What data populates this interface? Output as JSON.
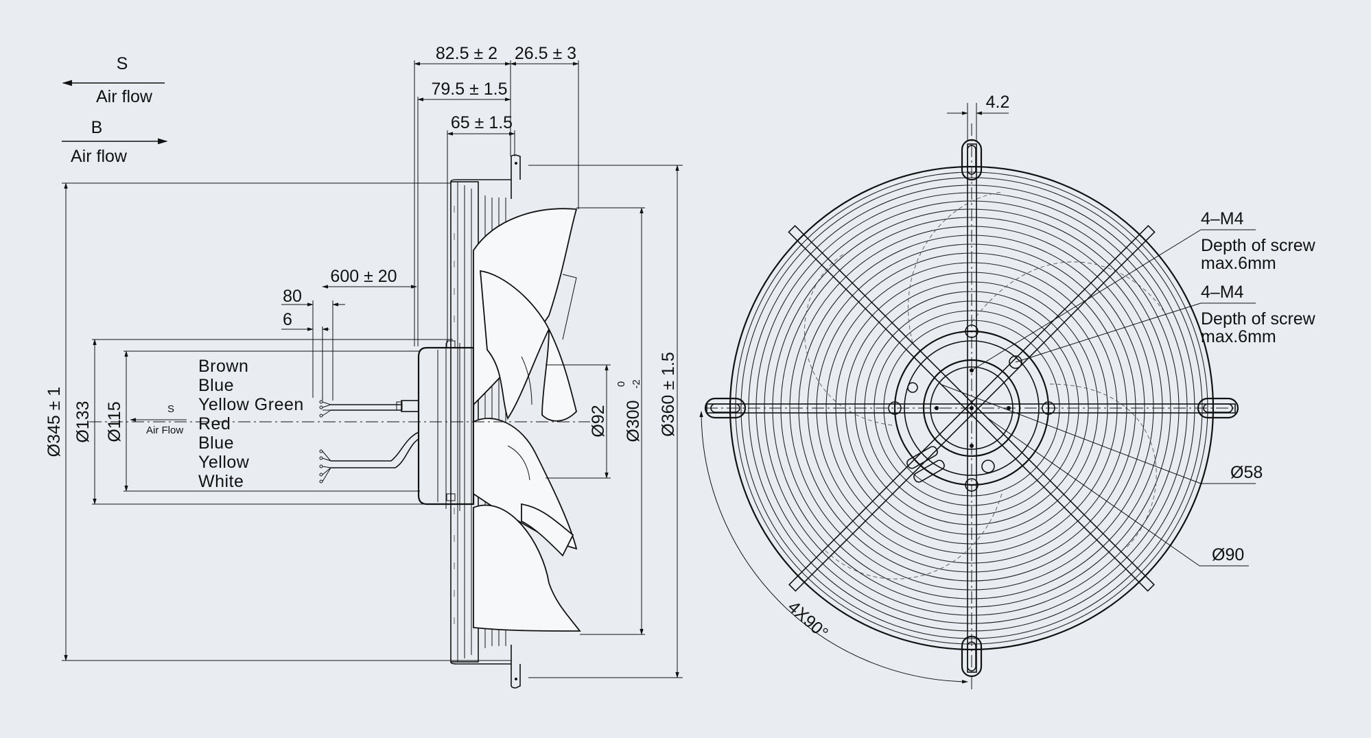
{
  "airflow": {
    "s_label": "S",
    "s_text": "Air flow",
    "b_label": "B",
    "b_text": "Air flow",
    "small_s_label": "S",
    "small_s_text": "Air Flow"
  },
  "side_view": {
    "dimensions": {
      "d_82_5": "82.5 ± 2",
      "d_26_5": "26.5 ± 3",
      "d_79_5": "79.5 ± 1.5",
      "d_65": "65 ± 1.5",
      "d_600": "600 ± 20",
      "d_80": "80",
      "d_6": "6",
      "dia_345": "Ø345 ± 1",
      "dia_133": "Ø133",
      "dia_115": "Ø115",
      "dia_92": "Ø92",
      "dia_300": "Ø300",
      "dia_300_tol_upper": "0",
      "dia_300_tol_lower": "-2",
      "dia_360": "Ø360 ± 1.5"
    },
    "wires": [
      "Brown",
      "Blue",
      "Yellow Green",
      "Red",
      "Blue",
      "Yellow",
      "White"
    ]
  },
  "front_view": {
    "d_4_2": "4.2",
    "screw_1_spec": "4–M4",
    "screw_1_depth": "Depth of screw",
    "screw_1_max": "max.6mm",
    "screw_2_spec": "4–M4",
    "screw_2_depth": "Depth of screw",
    "screw_2_max": "max.6mm",
    "dia_58": "Ø58",
    "dia_90": "Ø90",
    "angle": "4X90°"
  },
  "colors": {
    "background": "#e9edf2",
    "line": "#111111",
    "blade_fill": "#f7f8fa"
  }
}
